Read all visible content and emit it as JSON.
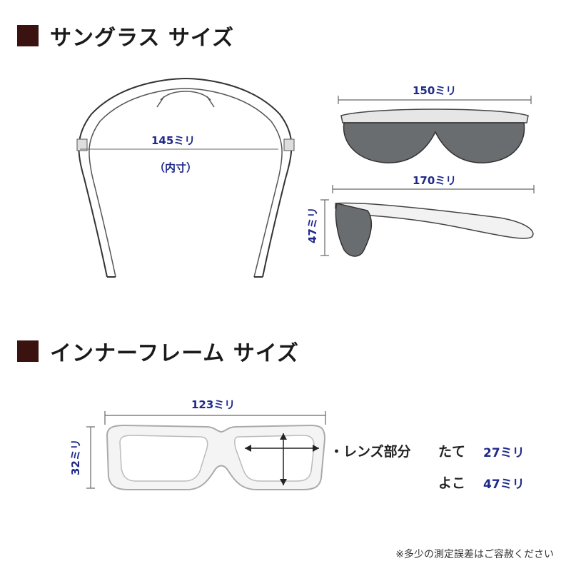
{
  "section1": {
    "title": "サングラス サイズ"
  },
  "section2": {
    "title": "インナーフレーム サイズ"
  },
  "dims": {
    "inner_width": "145ミリ",
    "inner_note": "（内寸）",
    "front_width": "150ミリ",
    "temple_length": "170ミリ",
    "side_height": "47ミリ",
    "inner_frame_width": "123ミリ",
    "inner_frame_height": "32ミリ"
  },
  "lens": {
    "label": "・レンズ部分",
    "height_label": "たて",
    "height_value": "27ミリ",
    "width_label": "よこ",
    "width_value": "47ミリ"
  },
  "footnote": "※多少の測定誤差はご容赦ください",
  "colors": {
    "section_marker": "#3a1310",
    "dimension_text": "#1f2a8a",
    "lens": "#6a6d70"
  }
}
